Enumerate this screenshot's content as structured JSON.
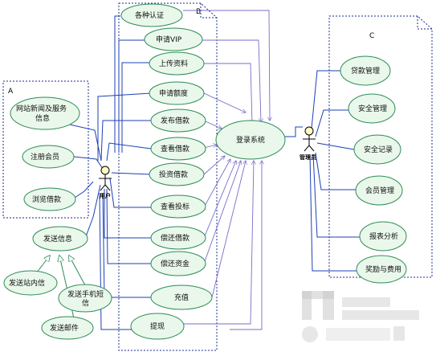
{
  "systems": [
    {
      "id": "A",
      "label": "A"
    },
    {
      "id": "B",
      "label": "B"
    },
    {
      "id": "C",
      "label": "C"
    }
  ],
  "actors": {
    "user": "用户",
    "admin": "管理员"
  },
  "use_cases": {
    "news": "网站新闻及服务信息",
    "register": "注册会员",
    "browse": "浏览借款",
    "send_info": "发送信息",
    "site_msg": "发送站内信",
    "sms": "发送手机短信",
    "mail": "发送邮件",
    "cert": "各种认证",
    "vip": "申请VIP",
    "upload": "上传资料",
    "quota": "申请额度",
    "publish": "发布借款",
    "view_loan": "查看借款",
    "invest": "投资借款",
    "view_bid": "查看投标",
    "repay_loan": "偿还借款",
    "repay_fund": "偿还资金",
    "recharge": "充值",
    "withdraw": "提现",
    "login": "登录系统",
    "loan_mgmt": "贷款管理",
    "sec_mgmt": "安全管理",
    "sec_log": "安全记录",
    "member_mgmt": "会员管理",
    "report": "报表分析",
    "reward": "奖励与费用"
  },
  "colors": {
    "ellipse_fill": "#e9f8ea",
    "ellipse_stroke": "#2e8b57",
    "connector": "#1c3fb5",
    "arrow": "#7b6cc9",
    "boundary": "#1a2a8c"
  }
}
